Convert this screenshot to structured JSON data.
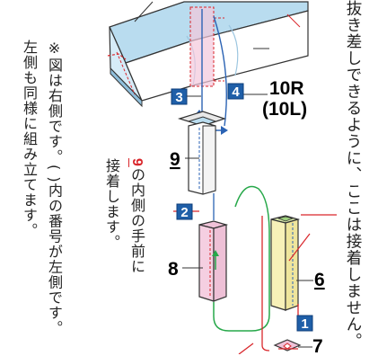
{
  "colors": {
    "accent_red": "#d9262b",
    "step_blue": "#1f5fa8",
    "line_blue": "#2b63b4",
    "line_green": "#27a84a",
    "part_blue": "#b9dcef",
    "part_pink": "#f5cfe1",
    "part_yellow": "#f7f0b8"
  },
  "instructions": {
    "right_column": "抜き差しできるように、ここは接着しません。",
    "middle_line1": "接着します。",
    "middle_part": "9",
    "middle_line2_rest": "の内側の手前に"
  },
  "notes": {
    "line1": "※図は右側です。( )内の番号が左側です。",
    "line2": "左側も同様に組み立てます。"
  },
  "labels": {
    "part_right": "10R",
    "part_left": "(10L)",
    "part_9": "9",
    "part_8": "8",
    "part_6": "6",
    "part_7": "7"
  },
  "steps": {
    "s1": "1",
    "s2": "2",
    "s3": "3",
    "s4": "4"
  }
}
